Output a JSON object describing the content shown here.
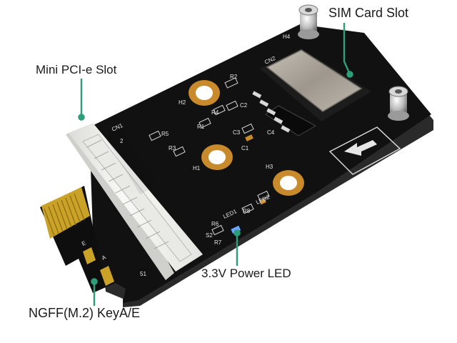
{
  "callouts": {
    "sim_card_slot": "SIM Card Slot",
    "mini_pcie_slot": "Mini PCI-e Slot",
    "power_led": "3.3V Power LED",
    "ngff_key": "NGFF(M.2) KeyA/E"
  },
  "board_silkscreen": {
    "cn1": "CN1",
    "cn2": "CN2",
    "h1": "H1",
    "h2": "H2",
    "h3": "H3",
    "h4": "H4",
    "led1": "LED1",
    "led2": "LED2",
    "r1": "R1",
    "r2": "R2",
    "r3": "R3",
    "r4": "R4",
    "r5": "R5",
    "r6": "R6",
    "r7": "R7",
    "r8": "R8",
    "c1": "C1",
    "c2": "C2",
    "c3": "C3",
    "c4": "C4",
    "s2": "S2",
    "pin2": "2",
    "pin51": "51",
    "key_a": "A",
    "key_e": "E"
  },
  "colors": {
    "pcb": "#101010",
    "pcb_edge": "#262626",
    "silkscreen": "#e6e6e6",
    "gold": "#c9a227",
    "slot": "#f2f2f0",
    "sim_metal": "#a8a39a",
    "callout_line": "#2e9e78"
  },
  "icons": {
    "arrow": "arrow-left-icon"
  }
}
